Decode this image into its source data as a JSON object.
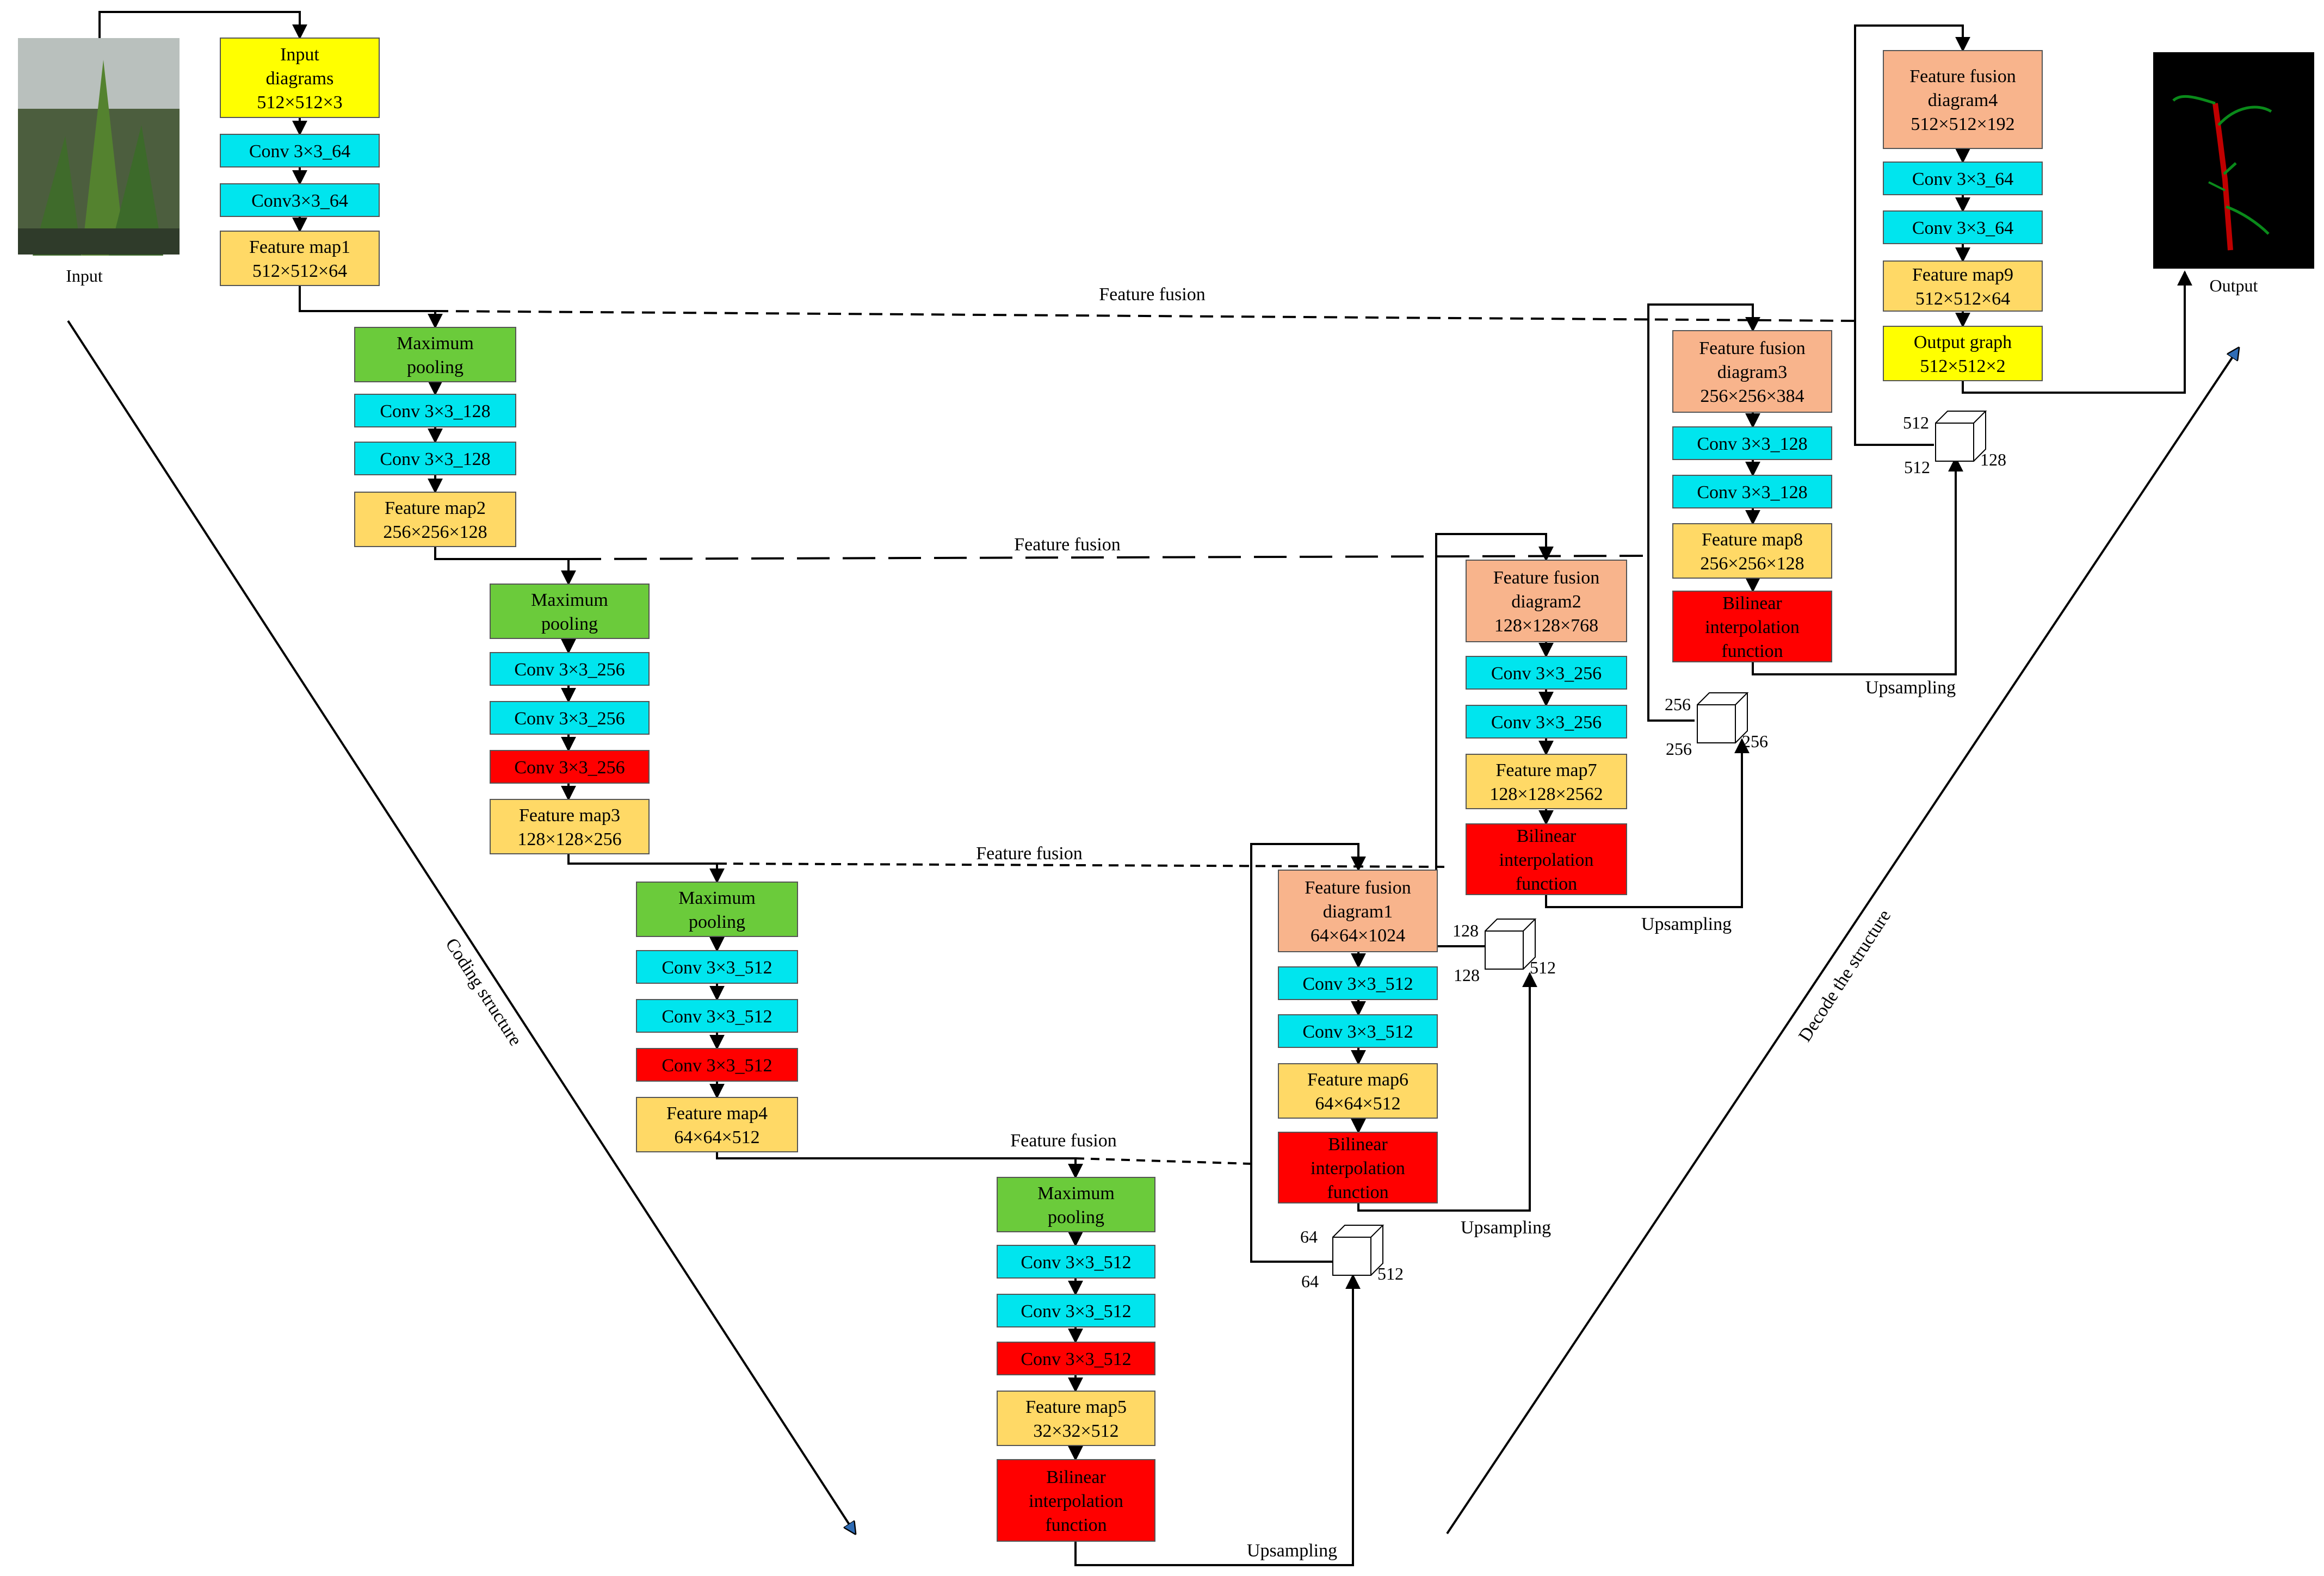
{
  "colors": {
    "yellow": "#FFFF00",
    "cyan": "#00E5EE",
    "light_orange": "#FFD966",
    "green": "#6BCB3B",
    "red": "#FF0000",
    "salmon": "#F8B48C",
    "black": "#000000",
    "white": "#FFFFFF"
  },
  "images": {
    "input_photo": "greenhouse-plant-photo",
    "output_mask": "segmentation-mask-black-background-red-green-stem"
  },
  "labels": {
    "input": "Input",
    "output": "Output",
    "coding_structure": "Coding structure",
    "decode_structure": "Decode the structure",
    "feature_fusion": "Feature fusion",
    "upsampling": "Upsampling"
  },
  "encoder": [
    {
      "id": "input_diagrams",
      "lines": [
        "Input",
        "diagrams",
        "512×512×3"
      ],
      "color": "yellow"
    },
    {
      "id": "conv_1a",
      "lines": [
        "Conv 3×3_64"
      ],
      "color": "cyan"
    },
    {
      "id": "conv_1b",
      "lines": [
        "Conv3×3_64"
      ],
      "color": "cyan"
    },
    {
      "id": "feature_map1",
      "lines": [
        "Feature map1",
        "512×512×64"
      ],
      "color": "light_orange"
    },
    {
      "id": "maxpool_1",
      "lines": [
        "Maximum",
        "pooling"
      ],
      "color": "green"
    },
    {
      "id": "conv_2a",
      "lines": [
        "Conv 3×3_128"
      ],
      "color": "cyan"
    },
    {
      "id": "conv_2b",
      "lines": [
        "Conv 3×3_128"
      ],
      "color": "cyan"
    },
    {
      "id": "feature_map2",
      "lines": [
        "Feature map2",
        "256×256×128"
      ],
      "color": "light_orange"
    },
    {
      "id": "maxpool_2",
      "lines": [
        "Maximum",
        "pooling"
      ],
      "color": "green"
    },
    {
      "id": "conv_3a",
      "lines": [
        "Conv 3×3_256"
      ],
      "color": "cyan"
    },
    {
      "id": "conv_3b",
      "lines": [
        "Conv 3×3_256"
      ],
      "color": "cyan"
    },
    {
      "id": "conv_3c",
      "lines": [
        "Conv 3×3_256"
      ],
      "color": "red"
    },
    {
      "id": "feature_map3",
      "lines": [
        "Feature map3",
        "128×128×256"
      ],
      "color": "light_orange"
    },
    {
      "id": "maxpool_3",
      "lines": [
        "Maximum",
        "pooling"
      ],
      "color": "green"
    },
    {
      "id": "conv_4a",
      "lines": [
        "Conv 3×3_512"
      ],
      "color": "cyan"
    },
    {
      "id": "conv_4b",
      "lines": [
        "Conv 3×3_512"
      ],
      "color": "cyan"
    },
    {
      "id": "conv_4c",
      "lines": [
        "Conv 3×3_512"
      ],
      "color": "red"
    },
    {
      "id": "feature_map4",
      "lines": [
        "Feature map4",
        "64×64×512"
      ],
      "color": "light_orange"
    },
    {
      "id": "maxpool_4",
      "lines": [
        "Maximum",
        "pooling"
      ],
      "color": "green"
    },
    {
      "id": "conv_5a",
      "lines": [
        "Conv 3×3_512"
      ],
      "color": "cyan"
    },
    {
      "id": "conv_5b",
      "lines": [
        "Conv 3×3_512"
      ],
      "color": "cyan"
    },
    {
      "id": "conv_5c",
      "lines": [
        "Conv 3×3_512"
      ],
      "color": "red"
    },
    {
      "id": "feature_map5",
      "lines": [
        "Feature map5",
        "32×32×512"
      ],
      "color": "light_orange"
    },
    {
      "id": "bilinear_5",
      "lines": [
        "Bilinear",
        "interpolation",
        "function"
      ],
      "color": "red"
    }
  ],
  "decoder": [
    {
      "id": "fusion_1",
      "lines": [
        "Feature fusion",
        "diagram1",
        "64×64×1024"
      ],
      "color": "salmon"
    },
    {
      "id": "conv_6a",
      "lines": [
        "Conv 3×3_512"
      ],
      "color": "cyan"
    },
    {
      "id": "conv_6b",
      "lines": [
        "Conv 3×3_512"
      ],
      "color": "cyan"
    },
    {
      "id": "feature_map6",
      "lines": [
        "Feature map6",
        "64×64×512"
      ],
      "color": "light_orange"
    },
    {
      "id": "bilinear_6",
      "lines": [
        "Bilinear",
        "interpolation",
        "function"
      ],
      "color": "red"
    },
    {
      "id": "fusion_2",
      "lines": [
        "Feature fusion",
        "diagram2",
        "128×128×768"
      ],
      "color": "salmon"
    },
    {
      "id": "conv_7a",
      "lines": [
        "Conv 3×3_256"
      ],
      "color": "cyan"
    },
    {
      "id": "conv_7b",
      "lines": [
        "Conv 3×3_256"
      ],
      "color": "cyan"
    },
    {
      "id": "feature_map7",
      "lines": [
        "Feature map7",
        "128×128×2562"
      ],
      "color": "light_orange"
    },
    {
      "id": "bilinear_7",
      "lines": [
        "Bilinear",
        "interpolation",
        "function"
      ],
      "color": "red"
    },
    {
      "id": "fusion_3",
      "lines": [
        "Feature fusion",
        "diagram3",
        "256×256×384"
      ],
      "color": "salmon"
    },
    {
      "id": "conv_8a",
      "lines": [
        "Conv 3×3_128"
      ],
      "color": "cyan"
    },
    {
      "id": "conv_8b",
      "lines": [
        "Conv 3×3_128"
      ],
      "color": "cyan"
    },
    {
      "id": "feature_map8",
      "lines": [
        "Feature map8",
        "256×256×128"
      ],
      "color": "light_orange"
    },
    {
      "id": "bilinear_8",
      "lines": [
        "Bilinear",
        "interpolation",
        "function"
      ],
      "color": "red"
    },
    {
      "id": "fusion_4",
      "lines": [
        "Feature fusion",
        "diagram4",
        "512×512×192"
      ],
      "color": "salmon"
    },
    {
      "id": "conv_9a",
      "lines": [
        "Conv 3×3_64"
      ],
      "color": "cyan"
    },
    {
      "id": "conv_9b",
      "lines": [
        "Conv 3×3_64"
      ],
      "color": "cyan"
    },
    {
      "id": "feature_map9",
      "lines": [
        "Feature map9",
        "512×512×64"
      ],
      "color": "light_orange"
    },
    {
      "id": "output_graph",
      "lines": [
        "Output graph",
        "512×512×2"
      ],
      "color": "yellow"
    }
  ],
  "cubes": [
    {
      "id": "cube_1",
      "left": "64",
      "bottom": "64",
      "right": "512"
    },
    {
      "id": "cube_2",
      "left": "128",
      "bottom": "128",
      "right": "512"
    },
    {
      "id": "cube_3",
      "left": "256",
      "bottom": "256",
      "right": "256"
    },
    {
      "id": "cube_4",
      "left": "512",
      "bottom": "512",
      "right": "128"
    }
  ]
}
